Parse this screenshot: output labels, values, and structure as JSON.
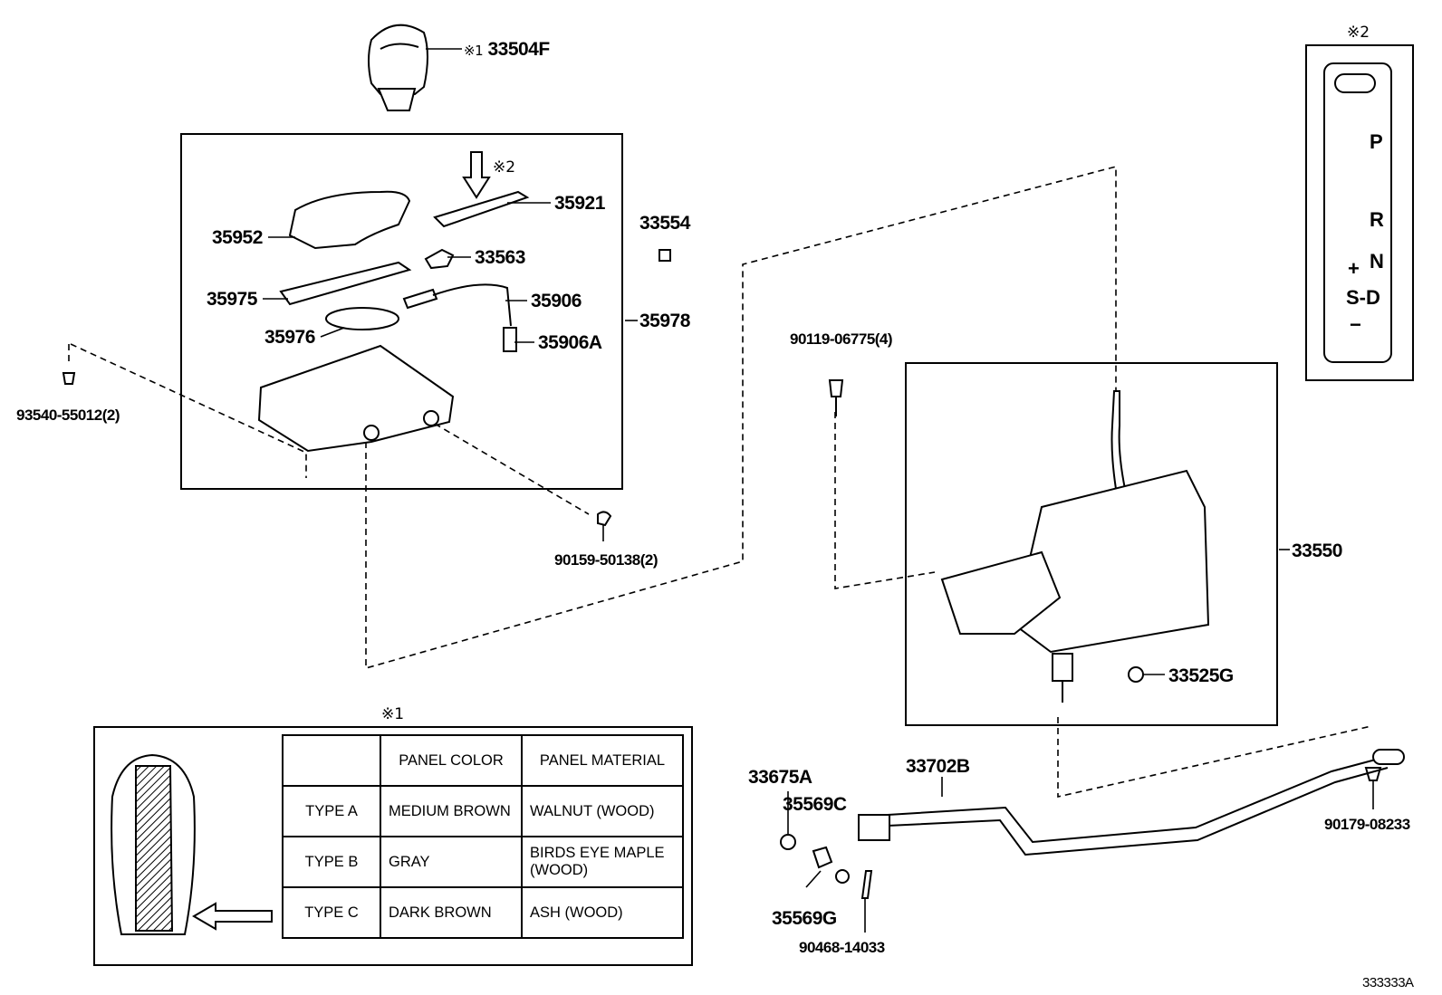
{
  "footnotes": {
    "note1_mark": "※1",
    "note2_mark": "※2",
    "note1_inline": "※1"
  },
  "parts": {
    "knob": "33504F",
    "s35921": "35921",
    "s35952": "35952",
    "s33563": "33563",
    "s35975": "35975",
    "s35906": "35906",
    "s35976": "35976",
    "s35906A": "35906A",
    "s35978": "35978",
    "s33554": "33554",
    "s93540": "93540-55012(2)",
    "s90159": "90159-50138(2)",
    "s90119": "90119-06775(4)",
    "s33550": "33550",
    "s33525G": "33525G",
    "s33675A": "33675A",
    "s33702B": "33702B",
    "s35569C": "35569C",
    "s35569G": "35569G",
    "s90468": "90468-14033",
    "s90179": "90179-08233"
  },
  "gate_panel": {
    "P": "P",
    "R": "R",
    "N": "N",
    "plus": "+",
    "SD": "S-D",
    "minus": "−"
  },
  "type_table": {
    "headers": [
      "",
      "PANEL COLOR",
      "PANEL MATERIAL"
    ],
    "rows": [
      [
        "TYPE A",
        "MEDIUM BROWN",
        "WALNUT (WOOD)"
      ],
      [
        "TYPE B",
        "GRAY",
        "BIRDS EYE MAPLE (WOOD)"
      ],
      [
        "TYPE C",
        "DARK BROWN",
        "ASH (WOOD)"
      ]
    ]
  },
  "diagram_code": "333333A"
}
